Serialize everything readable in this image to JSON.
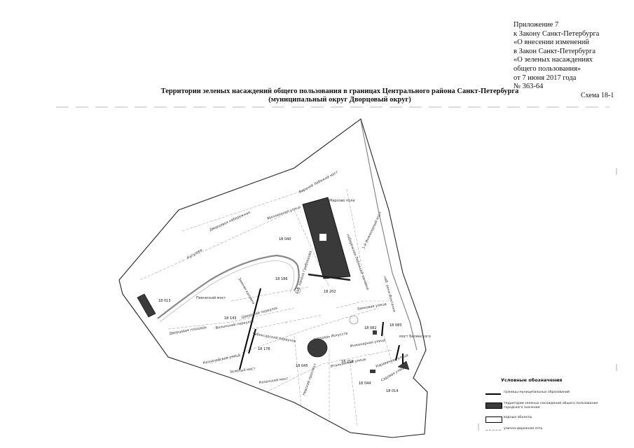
{
  "annex": {
    "lines": [
      "Приложение 7",
      "к Закону Санкт-Петербурга",
      "«О внесении изменений",
      "в Закон Санкт-Петербурга",
      "«О зеленых насаждениях",
      "общего пользования»",
      "от 7 июня 2017 года",
      "№ 363-64"
    ]
  },
  "title": {
    "line1": "Территории зеленых насаждений общего пользования в границах Центрального района Санкт-Петербурга",
    "line2": "(муниципальный округ Дворцовый округ)"
  },
  "scheme_label": "Схема 18-1",
  "map": {
    "street_labels": {
      "dvortsovaya_nab": "Дворцовая набережная",
      "millionnaya": "Миллионная улица",
      "verkhniy_lebyazhiy": "Верхний Лебяжий мост",
      "marsovo_pole": "Марсово поле",
      "nab_lebyazhey_kanavy": "набережная Лебяжьей канавки",
      "nab_kanala_griboedova": "наб. канала Грибоедова",
      "pevcheskiy_most": "Певческий мост",
      "dvortsovaya_ploshad": "Дворцовая площадь",
      "volynskiy": "Волынский переулок",
      "shvedskiy": "Шведский переулок",
      "chebokasarskiy": "Чебоксарский переулок",
      "zimnyaya_kanavka": "Зимняя канавка",
      "zamkovaya": "Замковая улица",
      "ploshad_iskusstv": "площадь Искусств",
      "inzhenernaya": "Инженерная улица",
      "most_belinskogo": "мост Белинского",
      "italyanskaya": "Итальянская улица",
      "kaznacheyskaya": "Казначейская улица",
      "zelenyy_most": "Зелёный мост",
      "kazanskiy_most": "Казанский мост",
      "nevskiy": "Невский проспект",
      "sadovaya": "Садовая улица",
      "karavannaya": "Караванная улица",
      "first_inzhenerny": "1-й Инженерный мост",
      "fontanka": "наб. реки Фонтанки",
      "kutuzova": "Кутузова"
    },
    "zone_numbers": {
      "z18040": "18 040",
      "z18186": "18 186",
      "z18202": "18 202",
      "z18013": "18 013",
      "z18143": "18 143",
      "z18178": "18 178",
      "z18082": "18 082",
      "z18083": "18 083",
      "z18210": "18 210",
      "z18045": "18 045",
      "z18044": "18 044",
      "z18014": "18 014"
    }
  },
  "legend": {
    "title": "Условные обозначения",
    "items": [
      {
        "symbol": "municipal-boundary",
        "label": "границы муниципальных образований"
      },
      {
        "symbol": "green-zone",
        "label": "территории зеленых насаждений общего пользования городского значения"
      },
      {
        "symbol": "water",
        "label": "водные объекты"
      },
      {
        "symbol": "road",
        "label": "улично-дорожная сеть"
      }
    ]
  },
  "colors": {
    "green_zone_fill": "#3a3a3a",
    "boundary": "#000000",
    "road": "#9a9a9a"
  }
}
